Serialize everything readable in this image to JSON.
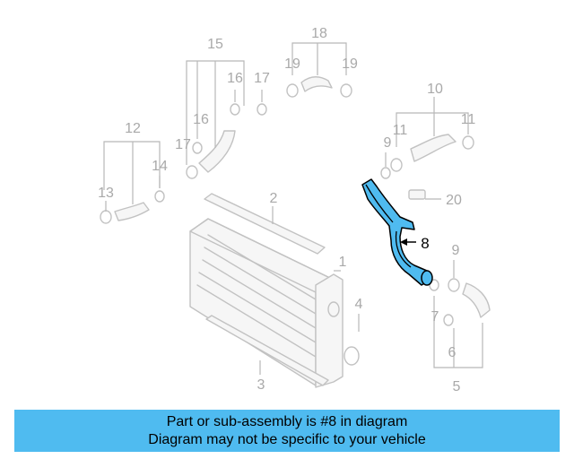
{
  "labels": {
    "n1": "1",
    "n2": "2",
    "n3": "3",
    "n4": "4",
    "n5": "5",
    "n6": "6",
    "n7": "7",
    "n8": "8",
    "n9a": "9",
    "n9b": "9",
    "n10": "10",
    "n11a": "11",
    "n11b": "11",
    "n12": "12",
    "n13": "13",
    "n14": "14",
    "n15": "15",
    "n16a": "16",
    "n16b": "16",
    "n17a": "17",
    "n17b": "17",
    "n18": "18",
    "n19a": "19",
    "n19b": "19",
    "n20": "20"
  },
  "highlight": {
    "part": "8",
    "color": "#4fbbf0"
  },
  "banner": {
    "line1": "Part or sub-assembly is #8 in diagram",
    "line2": "Diagram may not be specific to your vehicle",
    "color": "#4fbbf0"
  }
}
